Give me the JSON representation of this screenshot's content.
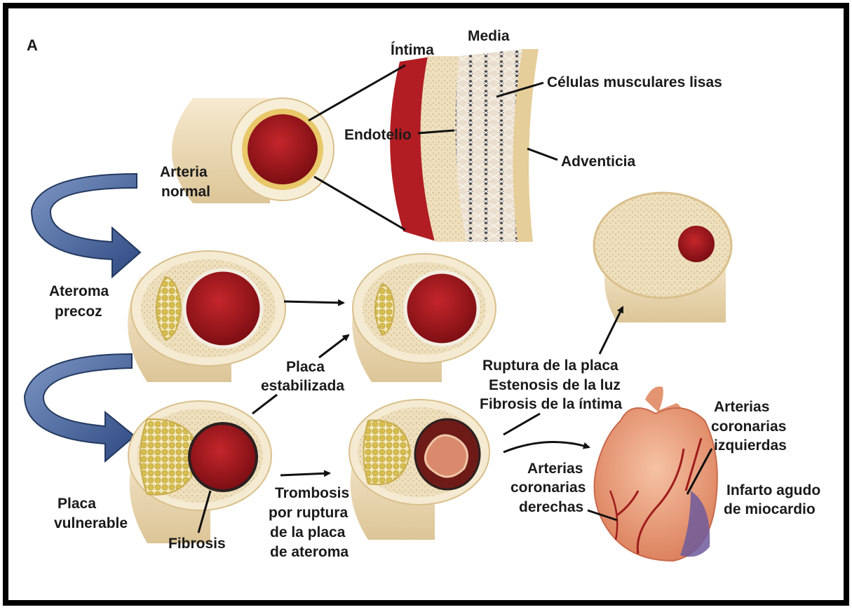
{
  "panel_letter": "A",
  "labels": {
    "intima": "Íntima",
    "media": "Media",
    "celulas_musculares": "Células musculares lisas",
    "endotelio": "Endotelio",
    "adventicia": "Adventicia",
    "arteria_normal": [
      "Arteria",
      "normal"
    ],
    "ateroma_precoz": [
      "Ateroma",
      "precoz"
    ],
    "placa_estabilizada": [
      "Placa",
      "estabilizada"
    ],
    "placa_vulnerable": [
      "Placa",
      "vulnerable"
    ],
    "fibrosis": "Fibrosis",
    "trombosis": [
      "Trombosis",
      "por ruptura",
      "de la placa",
      "de ateroma"
    ],
    "ruptura": [
      "Ruptura de la placa",
      "Estenosis de la luz",
      "Fibrosis de la íntima"
    ],
    "arterias_izquierdas": [
      "Arterias",
      "coronarias",
      "izquierdas"
    ],
    "arterias_derechas": [
      "Arterias",
      "coronarias",
      "derechas"
    ],
    "infarto": [
      "Infarto agudo",
      "de miocardio"
    ]
  },
  "colors": {
    "border": "#000000",
    "lumen": "#a8161c",
    "wall": "#efdfb8",
    "intima_ring": "#e8c85e",
    "plaque_fat": "#d8c25a",
    "arrow_blue": "#3c5a94",
    "heart": "#eea17e"
  }
}
